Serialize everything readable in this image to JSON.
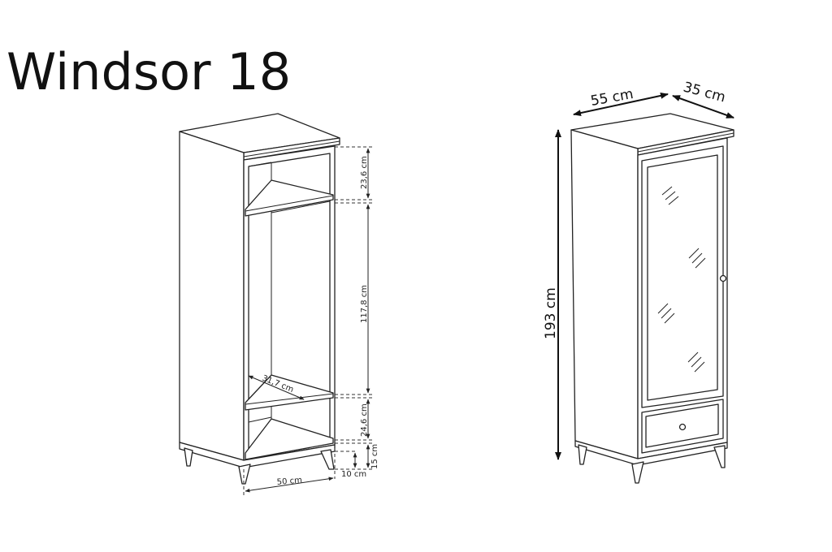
{
  "title": "Windsor 18",
  "left_view": {
    "dims": {
      "top_compartment": "23,6 cm",
      "middle_compartment": "117,8 cm",
      "bottom_compartment": "24,6 cm",
      "leg_height": "15 cm",
      "leg_clearance": "10 cm",
      "depth_inner": "31,7 cm",
      "width_inner": "50 cm"
    }
  },
  "right_view": {
    "dims": {
      "width": "55 cm",
      "depth": "35 cm",
      "height": "193 cm"
    }
  }
}
